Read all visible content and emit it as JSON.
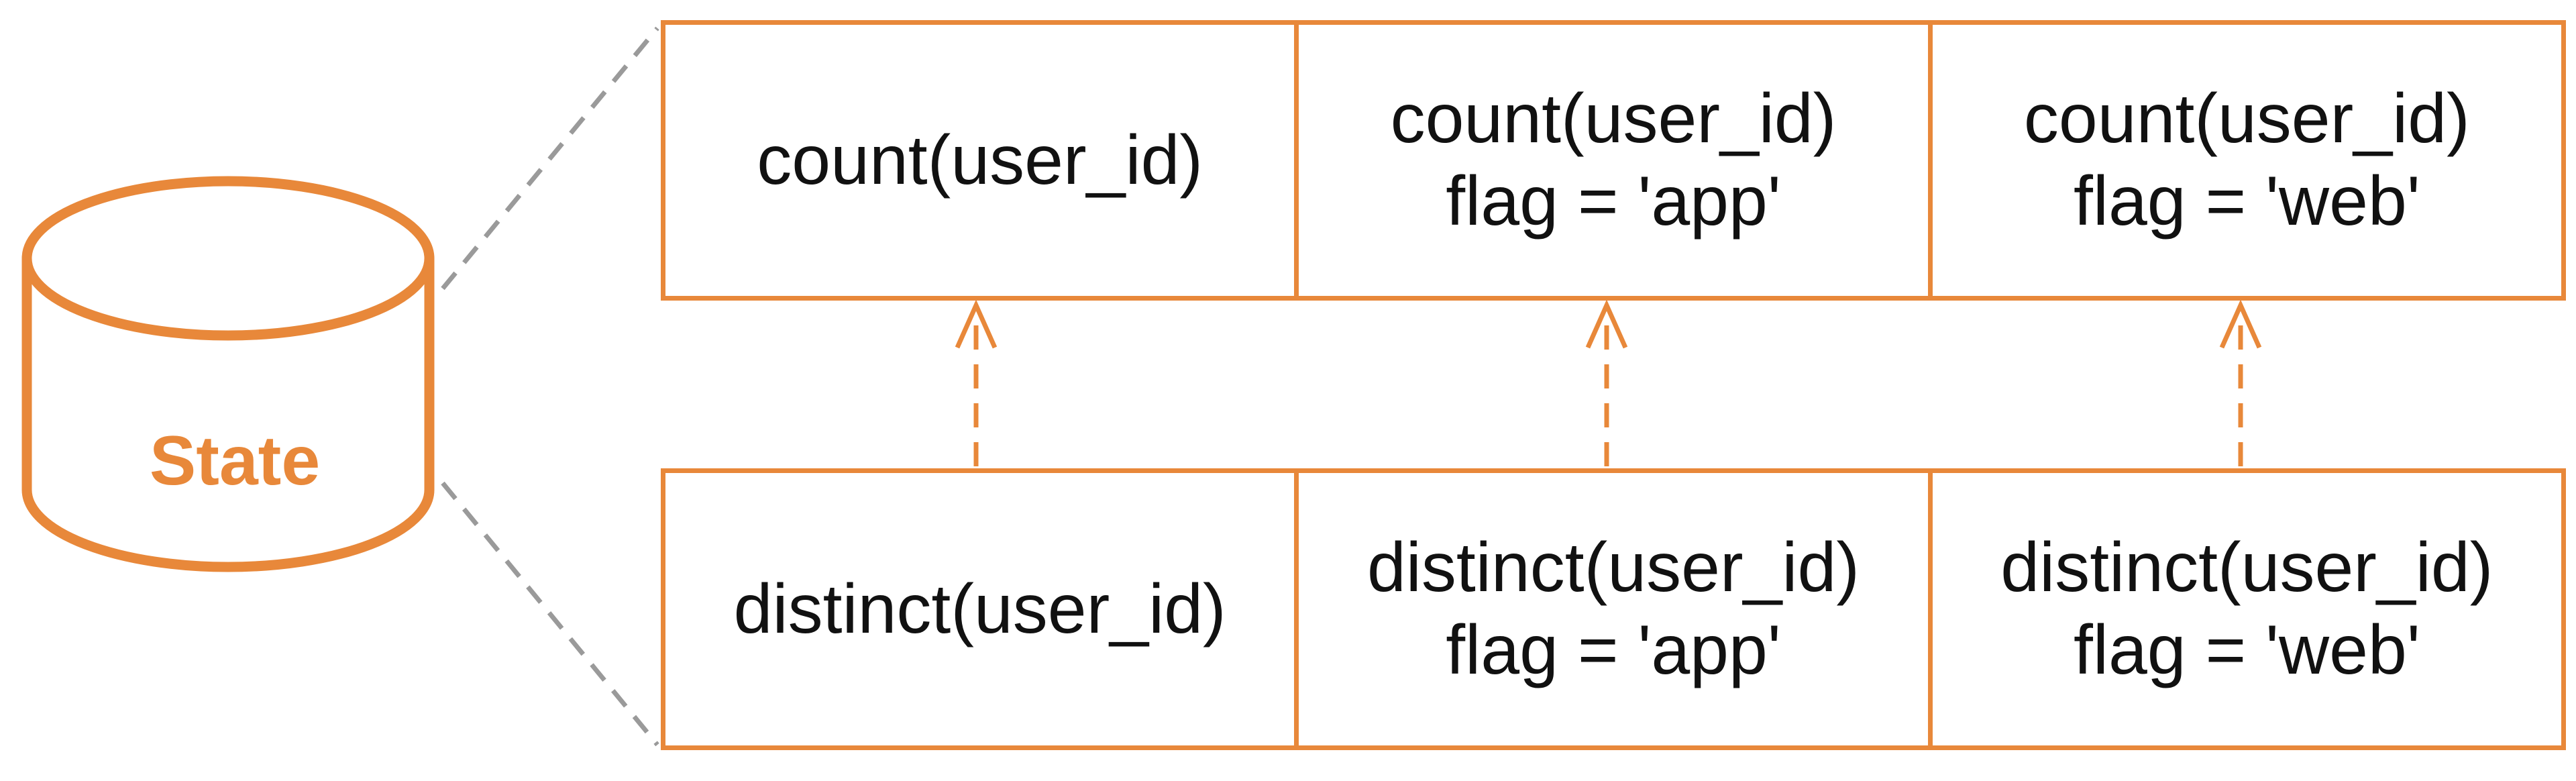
{
  "state": {
    "label": "State"
  },
  "top_row": [
    {
      "line1": "count(user_id)",
      "line2": ""
    },
    {
      "line1": "count(user_id)",
      "line2": "flag = 'app'"
    },
    {
      "line1": "count(user_id)",
      "line2": "flag = 'web'"
    }
  ],
  "bottom_row": [
    {
      "line1": "distinct(user_id)",
      "line2": ""
    },
    {
      "line1": "distinct(user_id)",
      "line2": "flag = 'app'"
    },
    {
      "line1": "distinct(user_id)",
      "line2": "flag = 'web'"
    }
  ],
  "colors": {
    "accent": "#E8883A",
    "zoom_line": "#9A9A9A",
    "text": "#111111"
  }
}
